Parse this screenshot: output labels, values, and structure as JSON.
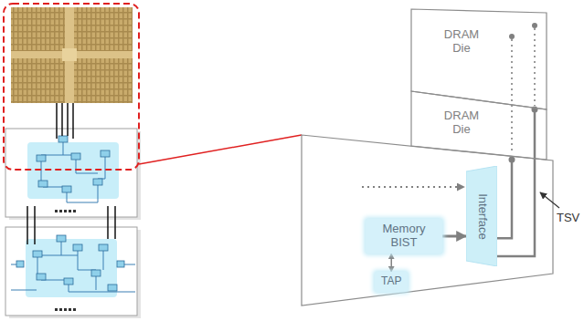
{
  "diagram": {
    "nodes": [
      {
        "text": [
          "DRAM Die"
        ]
      },
      {
        "text": [
          "DRAM Die"
        ]
      },
      {
        "text": [
          "Interface"
        ]
      },
      {
        "text": [
          "Memory BIST"
        ]
      },
      {
        "text": [
          "TAP"
        ]
      }
    ],
    "edges": [
      {
        "from": 3,
        "to": 2,
        "arrow": "to"
      },
      {
        "from": 4,
        "to": 3,
        "arrow": "both"
      },
      {
        "from": 2,
        "to": 1,
        "arrow": "none"
      },
      {
        "from": 2,
        "to": 0,
        "arrow": "none"
      }
    ],
    "labels": [
      "TSV"
    ]
  }
}
